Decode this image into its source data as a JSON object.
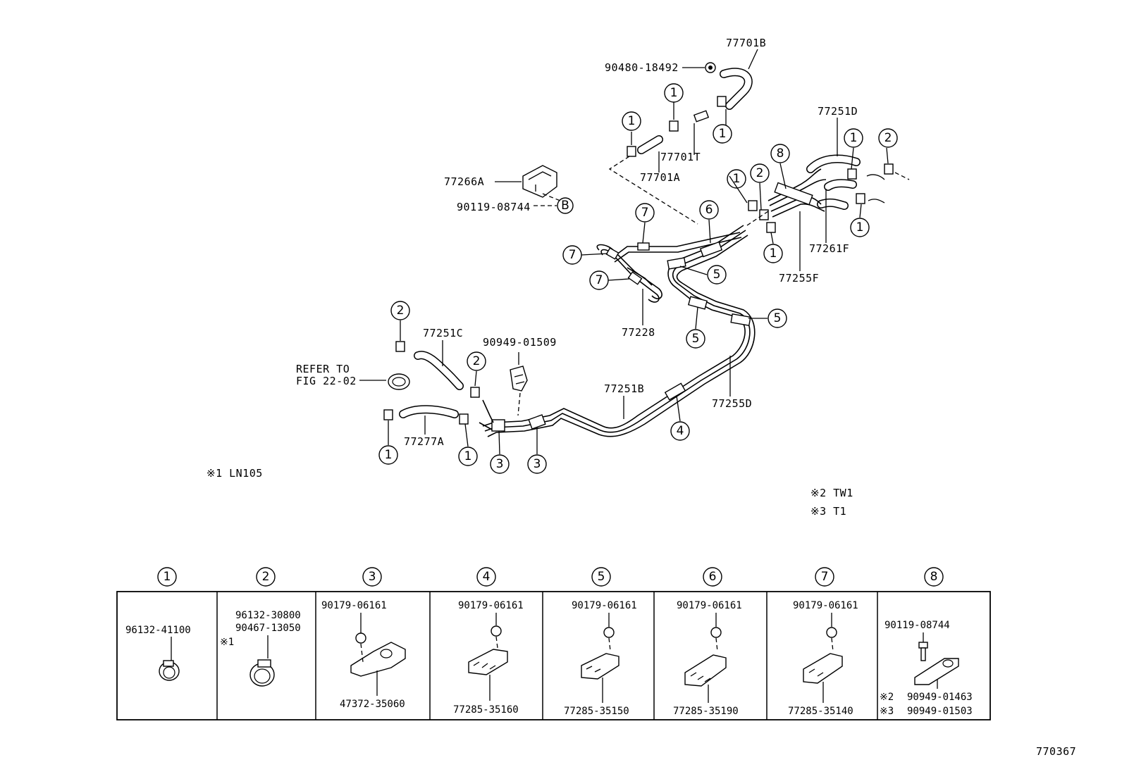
{
  "labels": {
    "p77701B": "77701B",
    "p90480": "90480-18492",
    "p77701T": "77701T",
    "p77701A": "77701A",
    "p77266A": "77266A",
    "p90119a": "90119-08744",
    "circB": "B",
    "p77251D": "77251D",
    "p77261F": "77261F",
    "p77255F": "77255F",
    "p77228": "77228",
    "p77251C": "77251C",
    "p90949_01509": "90949-01509",
    "refer1": "REFER TO",
    "refer2": "FIG 22-02",
    "p77251B": "77251B",
    "p77255D": "77255D",
    "p77277A": "77277A",
    "note1": "※1 LN105",
    "note2": "※2  TW1",
    "note3": "※3  T1",
    "figno": "770367"
  },
  "callouts": [
    "1",
    "2",
    "3",
    "4",
    "5",
    "6",
    "7",
    "8"
  ],
  "legend": {
    "c1": {
      "num": "1",
      "parts": [
        "96132-41100"
      ]
    },
    "c2": {
      "num": "2",
      "parts": [
        "96132-30800",
        "90467-13050"
      ],
      "note": "※1"
    },
    "c3": {
      "num": "3",
      "bolt": "90179-06161",
      "part": "47372-35060"
    },
    "c4": {
      "num": "4",
      "bolt": "90179-06161",
      "part": "77285-35160"
    },
    "c5": {
      "num": "5",
      "bolt": "90179-06161",
      "part": "77285-35150"
    },
    "c6": {
      "num": "6",
      "bolt": "90179-06161",
      "part": "77285-35190"
    },
    "c7": {
      "num": "7",
      "bolt": "90179-06161",
      "part": "77285-35140"
    },
    "c8": {
      "num": "8",
      "bolt": "90119-08744",
      "part2": "90949-01463",
      "part3": "90949-01503",
      "note2": "※2",
      "note3": "※3"
    }
  }
}
